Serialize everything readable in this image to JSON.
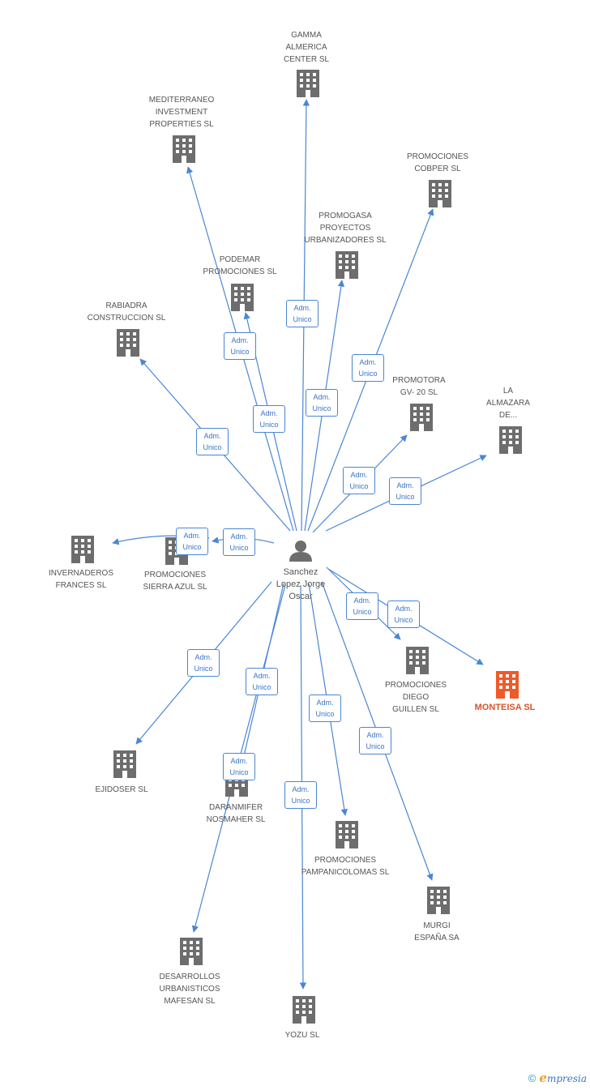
{
  "colors": {
    "edge": "#4a86d4",
    "building": "#6d6d6d",
    "building_highlight": "#f05a28",
    "label": "#555555",
    "highlight_label": "#d9532c"
  },
  "person": {
    "icon": "person-icon",
    "label": "Sanchez\nLopez Jorge\nOscar"
  },
  "badge_label": "Adm.\nUnico",
  "companies": [
    {
      "id": "gamma",
      "label": "GAMMA\nALMERICA\nCENTER SL"
    },
    {
      "id": "mediterraneo",
      "label": "MEDITERRANEO\nINVESTMENT\nPROPERTIES SL"
    },
    {
      "id": "cobper",
      "label": "PROMOCIONES\nCOBPER SL"
    },
    {
      "id": "promogasa",
      "label": "PROMOGASA\nPROYECTOS\nURBANIZADORES SL"
    },
    {
      "id": "podemar",
      "label": "PODEMAR\nPROMOCIONES SL"
    },
    {
      "id": "rabiadra",
      "label": "RABIADRA\nCONSTRUCCION SL"
    },
    {
      "id": "promotora",
      "label": "PROMOTORA\nGV- 20 SL"
    },
    {
      "id": "almazara",
      "label": "LA\nALMAZARA\nDE..."
    },
    {
      "id": "invernaderos",
      "label": "INVERNADEROS\nFRANCES SL"
    },
    {
      "id": "sierra",
      "label": "PROMOCIONES\nSIERRA AZUL SL"
    },
    {
      "id": "guillen",
      "label": "PROMOCIONES\nDIEGO\nGUILLEN SL"
    },
    {
      "id": "monteisa",
      "label": "MONTEISA SL",
      "highlight": true
    },
    {
      "id": "ejidoser",
      "label": "EJIDOSER SL"
    },
    {
      "id": "daranmifer",
      "label": "DARANMIFER\nNOSMAHER SL"
    },
    {
      "id": "pampanicolomas",
      "label": "PROMOCIONES\nPAMPANICOLOMAS SL"
    },
    {
      "id": "murgi",
      "label": "MURGI\nESPAÑA SA"
    },
    {
      "id": "mafesan",
      "label": "DESARROLLOS\nURBANISTICOS\nMAFESAN SL"
    },
    {
      "id": "yozu",
      "label": "YOZU SL"
    }
  ],
  "footer": {
    "copyright": "©",
    "brand_first": "e",
    "brand_rest": "mpresia"
  }
}
